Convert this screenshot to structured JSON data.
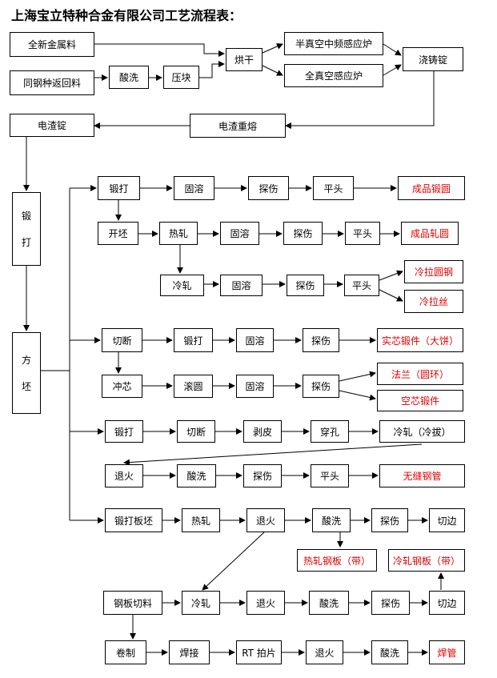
{
  "title": "上海宝立特种合金有限公司工艺流程表：",
  "nodes": {
    "n1": "全新金属料",
    "n2": "同钢种返回料",
    "n3": "酸洗",
    "n4": "压块",
    "n5": "烘干",
    "n6": "半真空中频感应炉",
    "n7": "全真空感应炉",
    "n8": "浇铸锭",
    "n9": "电渣重熔",
    "n10": "电渣锭",
    "n11a": "锻",
    "n11b": "打",
    "n12a": "方",
    "n12b": "坯",
    "a1": "锻打",
    "a2": "固溶",
    "a3": "探伤",
    "a4": "平头",
    "a5": "成品锻圆",
    "b1": "开坯",
    "b2": "热轧",
    "b3": "固溶",
    "b4": "探伤",
    "b5": "平头",
    "b6": "成品轧圆",
    "c1": "冷轧",
    "c2": "固溶",
    "c3": "探伤",
    "c4": "平头",
    "c5": "冷拉圆钢",
    "c6": "冷拉丝",
    "d1": "切断",
    "d2": "锻打",
    "d3": "固溶",
    "d4": "探伤",
    "d5": "实芯锻件（大饼）",
    "e1": "冲芯",
    "e2": "滚圆",
    "e3": "固溶",
    "e4": "探伤",
    "e5": "法兰（圆环）",
    "e6": "空芯锻件",
    "f1": "锻打",
    "f2": "切断",
    "f3": "剥皮",
    "f4": "穿孔",
    "f5": "冷轧（冷拔）",
    "g1": "退火",
    "g2": "酸洗",
    "g3": "探伤",
    "g4": "平头",
    "g5": "无缝钢管",
    "h1": "锻打板坯",
    "h2": "热轧",
    "h3": "退火",
    "h4": "酸洗",
    "h5": "探伤",
    "h6": "切边",
    "h7": "热轧钢板（带）",
    "h8": "冷轧钢板（带）",
    "i1": "钢板切料",
    "i2": "冷轧",
    "i3": "退火",
    "i4": "酸洗",
    "i5": "探伤",
    "i6": "切边",
    "j1": "卷制",
    "j2": "焊接",
    "j3": "RT 拍片",
    "j4": "退火",
    "j5": "酸洗",
    "j6": "焊管"
  },
  "colors": {
    "product": "#e00000",
    "line": "#000000"
  }
}
